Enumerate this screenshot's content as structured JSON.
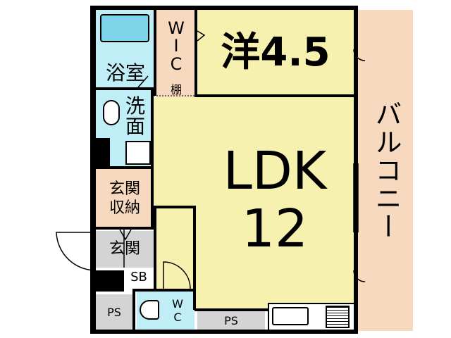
{
  "rooms": {
    "western": {
      "label": "洋4.5"
    },
    "ldk": {
      "line1": "LDK",
      "line2": "12"
    },
    "balcony": {
      "label": "バルコニー"
    },
    "bath": {
      "label": "浴室"
    },
    "washroom": {
      "label": "洗面"
    },
    "wic": {
      "label": "W\nI\nC"
    },
    "shelf": {
      "label": "棚"
    },
    "entrance_storage": {
      "line1": "玄関",
      "line2": "収納"
    },
    "entrance": {
      "label": "玄関"
    },
    "shoe_box": {
      "label": "SB"
    },
    "ps_left": {
      "label": "PS"
    },
    "ps_bottom": {
      "label": "PS"
    },
    "toilet": {
      "line1": "W",
      "line2": "C"
    }
  },
  "colors": {
    "western": "#f7f1b0",
    "ldk": "#f7f1b0",
    "balcony": "#f7d9bf",
    "storage": "#f7d9bf",
    "wet": "#bfeef7",
    "entrance": "#d4d4d4",
    "wall": "#000000"
  }
}
